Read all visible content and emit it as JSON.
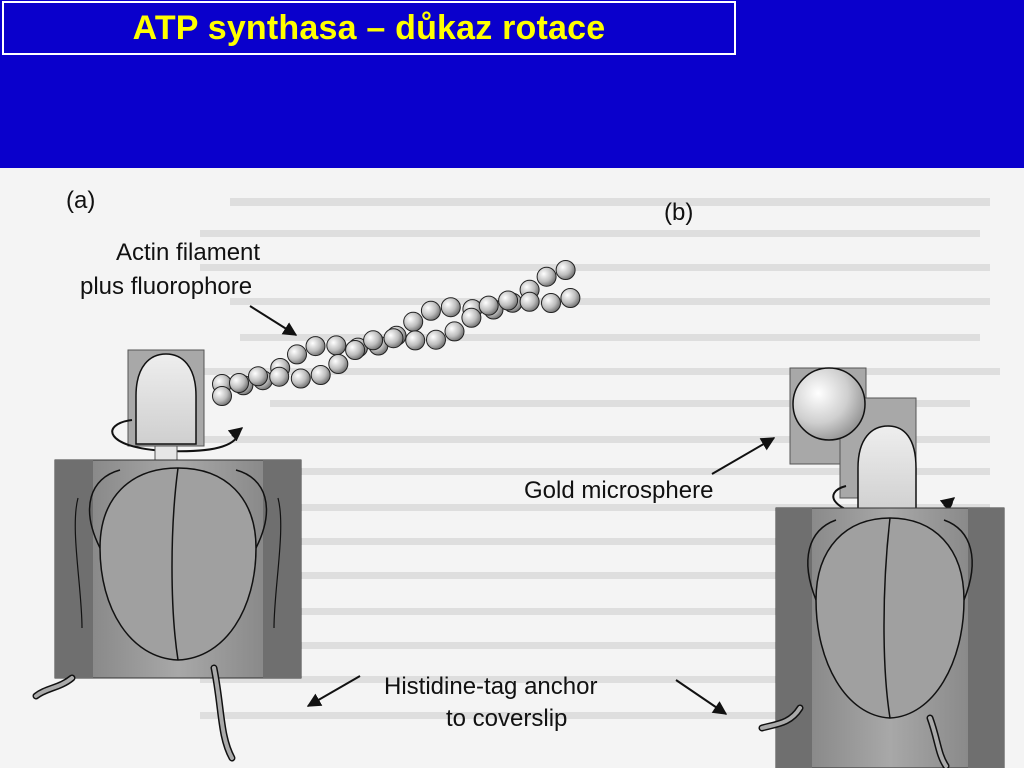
{
  "colors": {
    "header_bg": "#0a00cc",
    "title_text": "#ffff00",
    "title_border": "#ffffff",
    "figure_bg": "#f4f4f4",
    "protein_fill": "#9a9a9a",
    "outline": "#111111"
  },
  "slide": {
    "title": "ATP synthasa – důkaz rotace"
  },
  "figure": {
    "panel_a_label": "(a)",
    "panel_b_label": "(b)",
    "actin_label_line1": "Actin filament",
    "actin_label_line2": "plus fluorophore",
    "gold_label": "Gold microsphere",
    "anchor_label_line1": "Histidine-tag anchor",
    "anchor_label_line2": "to coverslip"
  }
}
